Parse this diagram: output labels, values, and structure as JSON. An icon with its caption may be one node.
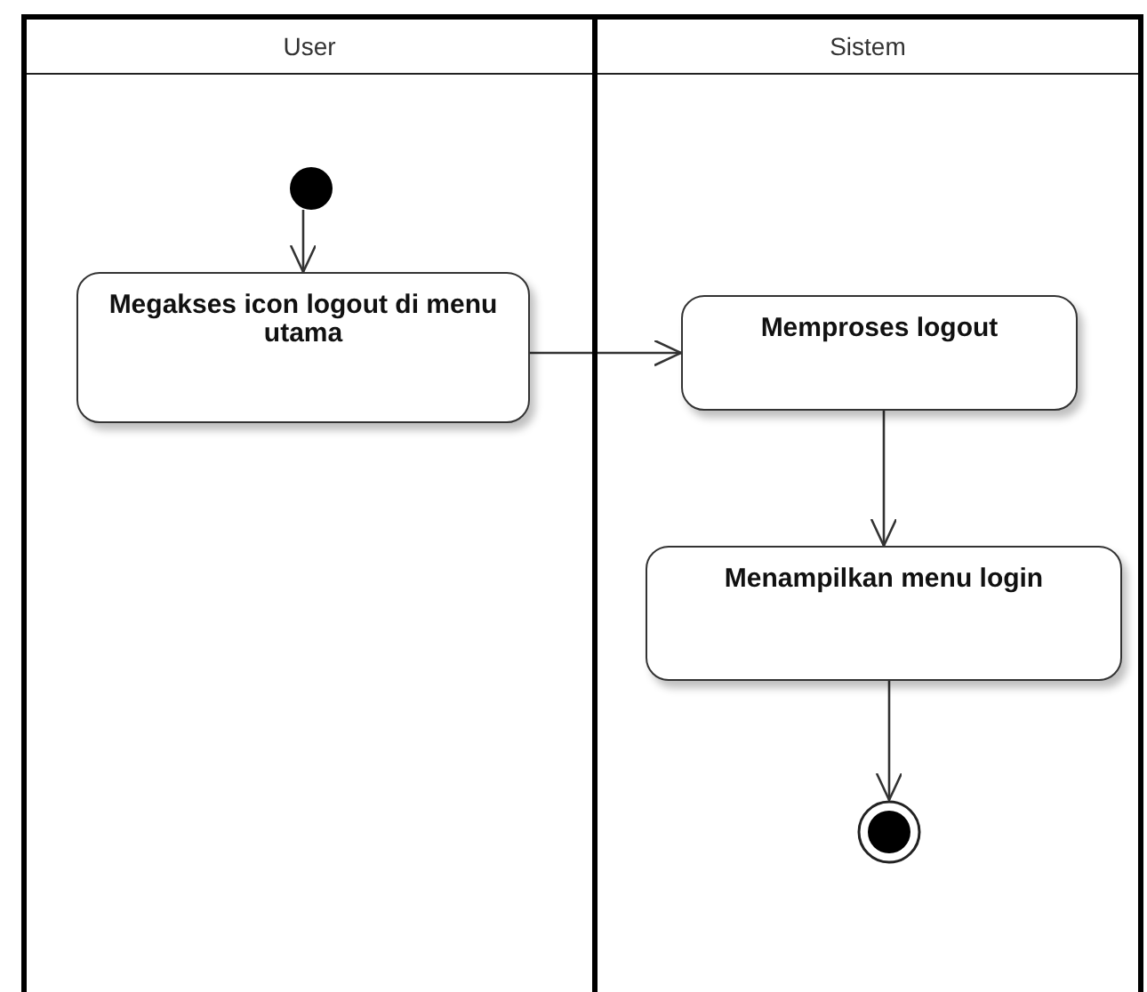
{
  "diagram": {
    "nodes": [
      {
        "text": [
          "User"
        ]
      },
      {
        "text": [
          "Sistem"
        ]
      },
      {
        "text": [],
        "shape": "circle",
        "in": 0
      },
      {
        "text": [
          "Megakses icon logout di menu utama"
        ],
        "in": 0
      },
      {
        "text": [
          "Memproses logout"
        ],
        "in": 1
      },
      {
        "text": [
          "Menampilkan menu login"
        ],
        "in": 1
      },
      {
        "text": [],
        "shape": "circle",
        "in": 1
      }
    ],
    "edges": [
      {
        "from": 2,
        "to": 3,
        "arrow": "to"
      },
      {
        "from": 3,
        "to": 4,
        "arrow": "to"
      },
      {
        "from": 4,
        "to": 5,
        "arrow": "to"
      },
      {
        "from": 5,
        "to": 6,
        "arrow": "to"
      }
    ]
  }
}
